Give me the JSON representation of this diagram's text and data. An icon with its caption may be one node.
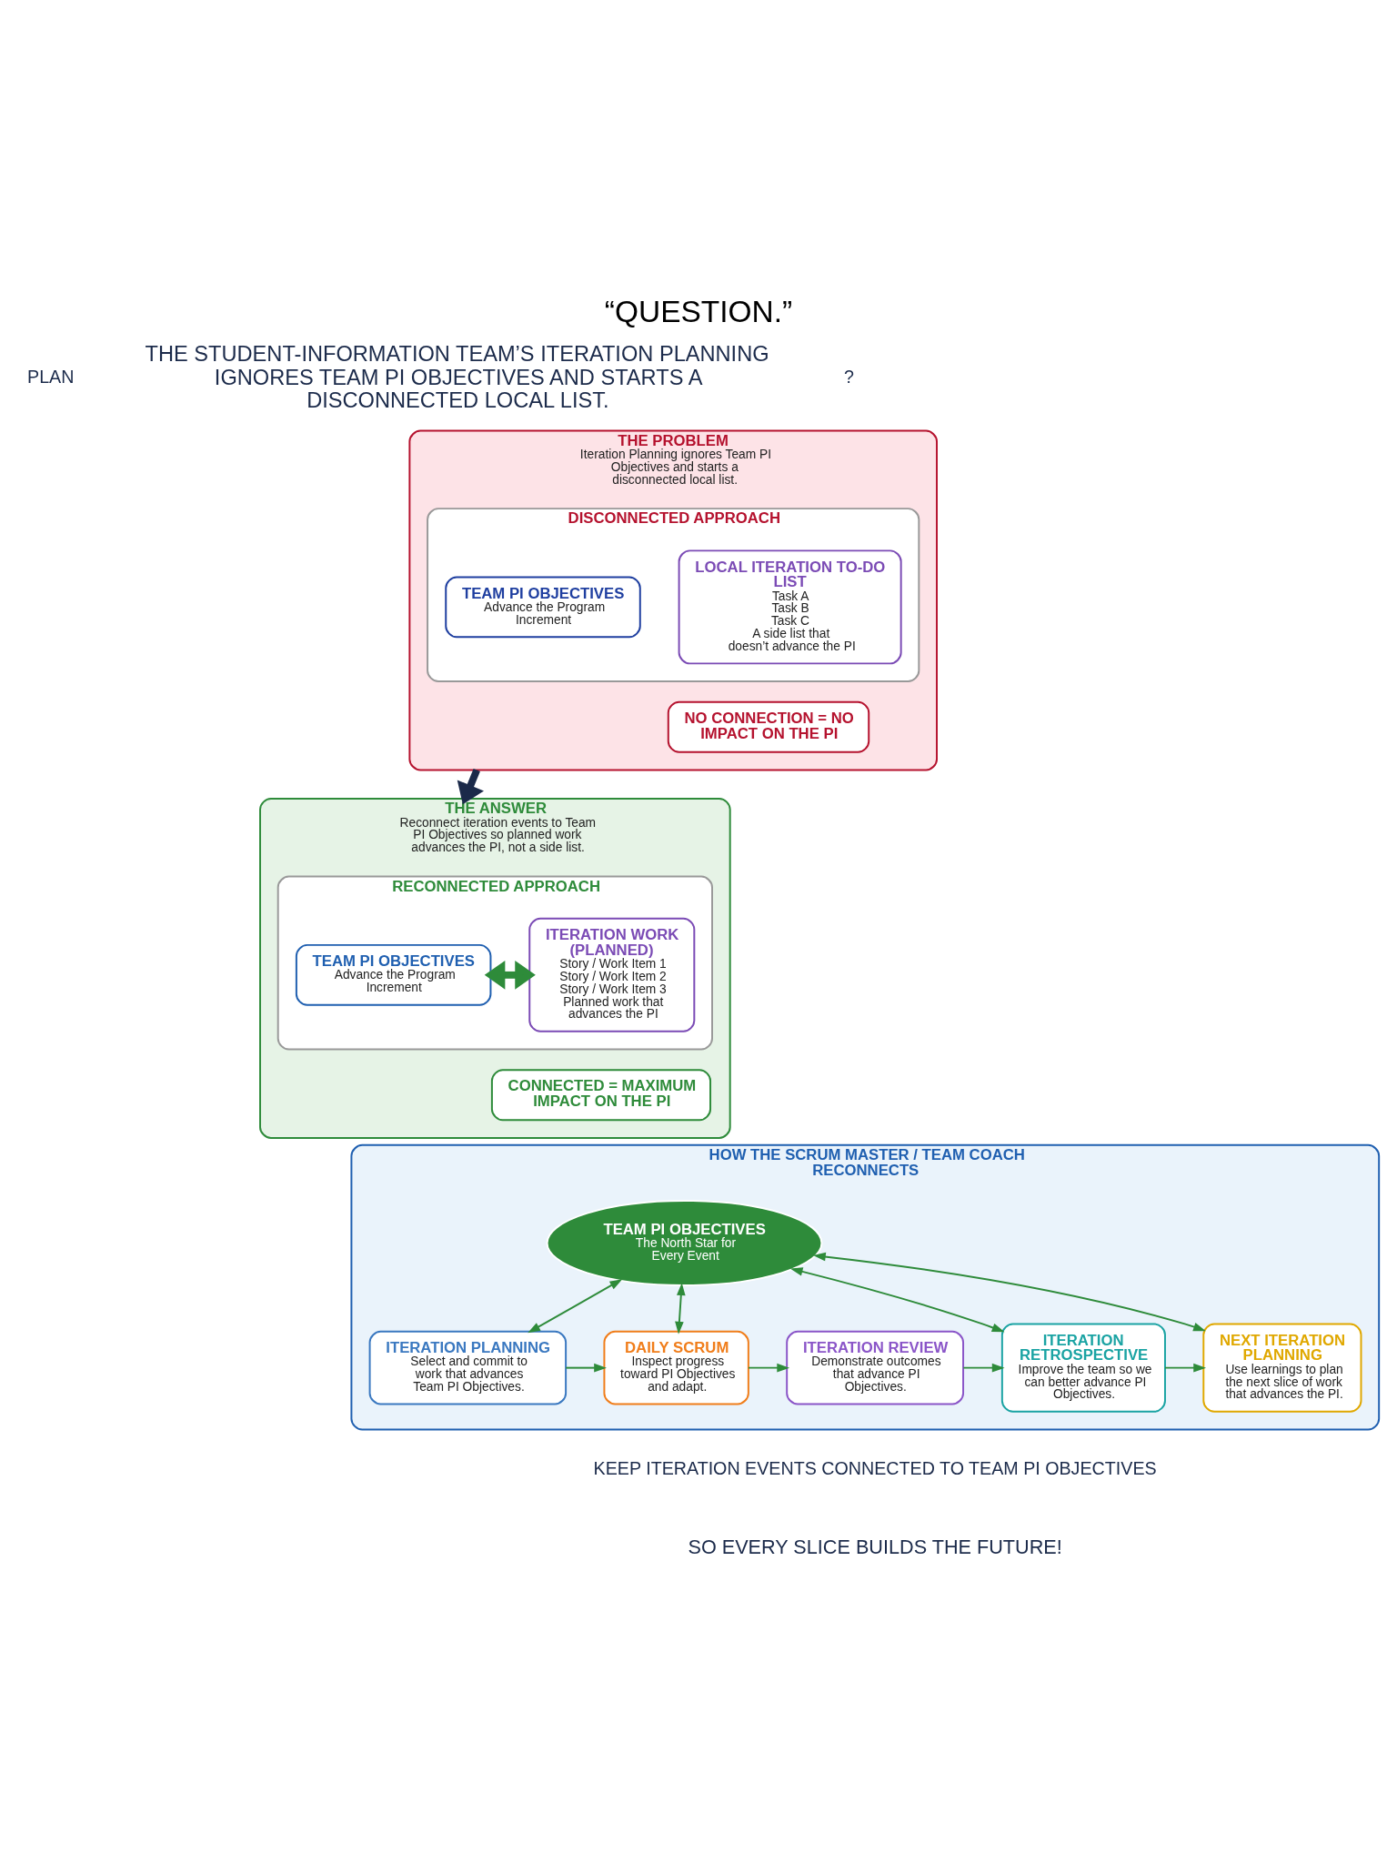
{
  "diagram": {
    "title": "“QUESTION.”",
    "nodes": [
      {
        "text": [
          "THE PROBLEM",
          "Iteration Planning ignores Team PI Objectives and starts a disconnected local list."
        ]
      },
      {
        "text": [
          "DISCONNECTED APPROACH"
        ],
        "in": 0
      },
      {
        "text": [
          "TEAM PI OBJECTIVES",
          "Advance the Program Increment"
        ],
        "in": 1
      },
      {
        "text": [
          "LOCAL ITERATION TO-DO LIST",
          "Task A",
          "Task B",
          "Task C",
          "A side list that doesn’t advance the PI"
        ],
        "in": 1
      },
      {
        "text": [
          "NO CONNECTION = NO IMPACT ON THE PI"
        ],
        "in": 0
      },
      {
        "text": [
          "THE ANSWER",
          "Reconnect iteration events to Team PI Objectives so planned work advances the PI, not a side list."
        ]
      },
      {
        "text": [
          "RECONNECTED APPROACH"
        ],
        "in": 5
      },
      {
        "text": [
          "TEAM PI OBJECTIVES",
          "Advance the Program Increment"
        ],
        "in": 6
      },
      {
        "text": [
          "ITERATION WORK (PLANNED)",
          "Story / Work Item 1",
          "Story / Work Item 2",
          "Story / Work Item 3",
          "Planned work that advances the PI"
        ],
        "in": 6
      },
      {
        "text": [
          "CONNECTED = MAXIMUM IMPACT ON THE PI"
        ],
        "in": 5
      },
      {
        "text": [
          "HOW THE SCRUM MASTER / TEAM COACH RECONNECTS"
        ]
      },
      {
        "text": [
          "TEAM PI OBJECTIVES",
          "The North Star for Every Event"
        ],
        "in": 10
      },
      {
        "text": [
          "ITERATION PLANNING",
          "Select and commit to work that advances Team PI Objectives."
        ],
        "in": 10
      },
      {
        "text": [
          "DAILY SCRUM",
          "Inspect progress toward PI Objectives and adapt."
        ],
        "in": 10
      },
      {
        "text": [
          "ITERATION REVIEW",
          "Demonstrate outcomes that advance PI Objectives."
        ],
        "in": 10
      },
      {
        "text": [
          "ITERATION RETROSPECTIVE",
          "Improve the team so we can better advance PI Objectives."
        ],
        "in": 10
      },
      {
        "text": [
          "NEXT ITERATION PLANNING",
          "Use learnings to plan the next slice of work that advances the PI."
        ],
        "in": 10
      }
    ],
    "edges": [
      {
        "from": 0,
        "to": 5,
        "arrow": "to",
        "style": "thick",
        "color": "#1b2a4a"
      },
      {
        "from": 7,
        "to": 8,
        "arrow": "both",
        "style": "thick"
      },
      {
        "from": 11,
        "to": 12,
        "arrow": "both"
      },
      {
        "from": 11,
        "to": 13,
        "arrow": "both"
      },
      {
        "from": 11,
        "to": 15,
        "arrow": "both"
      },
      {
        "from": 11,
        "to": 16,
        "arrow": "both"
      },
      {
        "from": 12,
        "to": 13,
        "arrow": "to"
      },
      {
        "from": 13,
        "to": 14,
        "arrow": "to"
      },
      {
        "from": 14,
        "to": 15,
        "arrow": "to"
      },
      {
        "from": 15,
        "to": 16,
        "arrow": "to"
      }
    ],
    "labels": [
      "PLAN",
      "THE STUDENT-INFORMATION TEAM’S ITERATION PLANNING IGNORES TEAM PI OBJECTIVES AND STARTS A DISCONNECTED LOCAL LIST.",
      "?",
      "KEEP ITERATION EVENTS CONNECTED TO TEAM PI OBJECTIVES",
      "SO EVERY SLICE BUILDS THE FUTURE!"
    ]
  }
}
